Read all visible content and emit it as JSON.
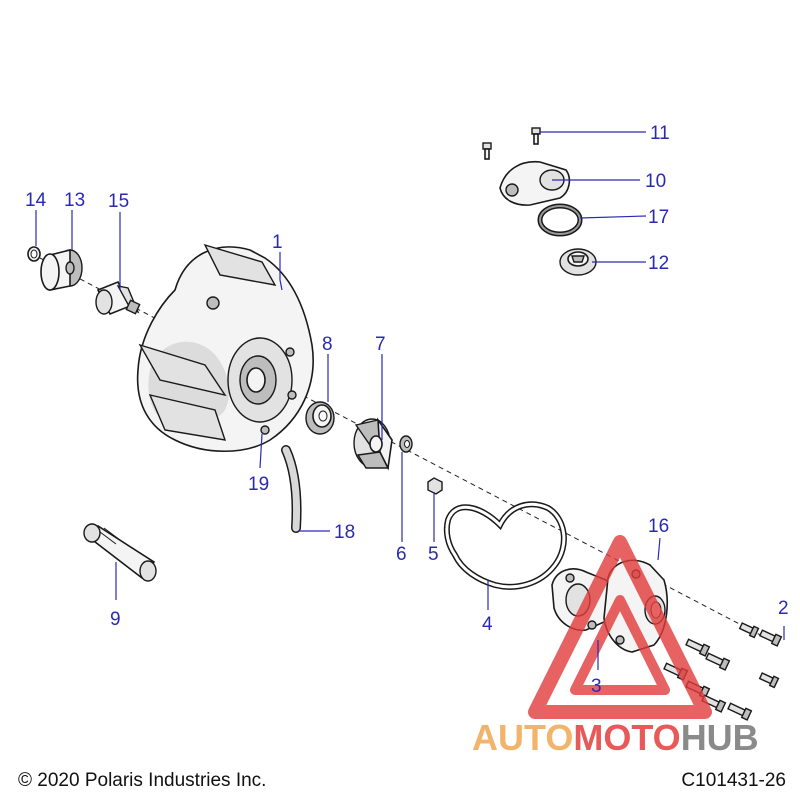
{
  "diagram": {
    "callouts": [
      "1",
      "2",
      "3",
      "4",
      "5",
      "6",
      "7",
      "8",
      "9",
      "10",
      "11",
      "12",
      "13",
      "14",
      "15",
      "16",
      "17",
      "18",
      "19"
    ],
    "footer_left": "© 2020 Polaris Industries Inc.",
    "footer_right": "C101431-26",
    "watermark": {
      "text_auto": "AUTO",
      "text_moto": "MOTO",
      "text_hub": "HUB",
      "color_auto": "#f2b36b",
      "color_moto": "#e85a5a",
      "color_hub": "#8a8a8a",
      "triangle_color": "#e23b3b"
    },
    "callout_color": "#2a2ab0"
  }
}
